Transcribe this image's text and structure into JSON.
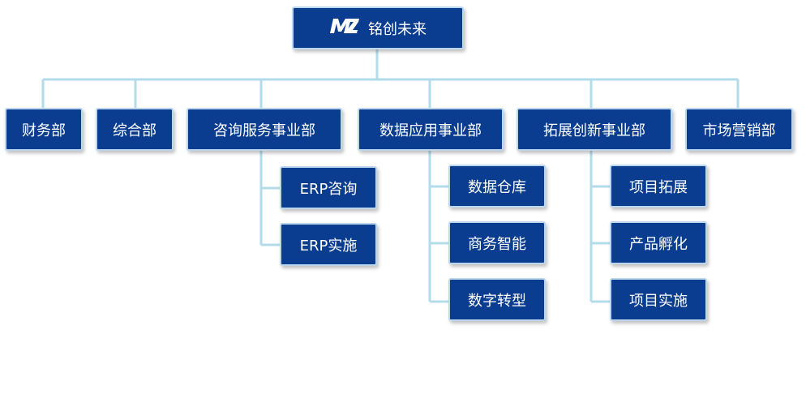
{
  "root": {
    "label": "铭创未来",
    "logo_icon": "mz-logo-icon"
  },
  "departments": [
    {
      "label": "财务部"
    },
    {
      "label": "综合部"
    },
    {
      "label": "咨询服务事业部",
      "children": [
        "ERP咨询",
        "ERP实施"
      ]
    },
    {
      "label": "数据应用事业部",
      "children": [
        "数据仓库",
        "商务智能",
        "数字转型"
      ]
    },
    {
      "label": "拓展创新事业部",
      "children": [
        "项目拓展",
        "产品孵化",
        "项目实施"
      ]
    },
    {
      "label": "市场营销部"
    }
  ],
  "colors": {
    "box_fill": "#0a3d8f",
    "box_border": "#bcd6ee",
    "connector": "#b3dcea",
    "text": "#ffffff"
  }
}
